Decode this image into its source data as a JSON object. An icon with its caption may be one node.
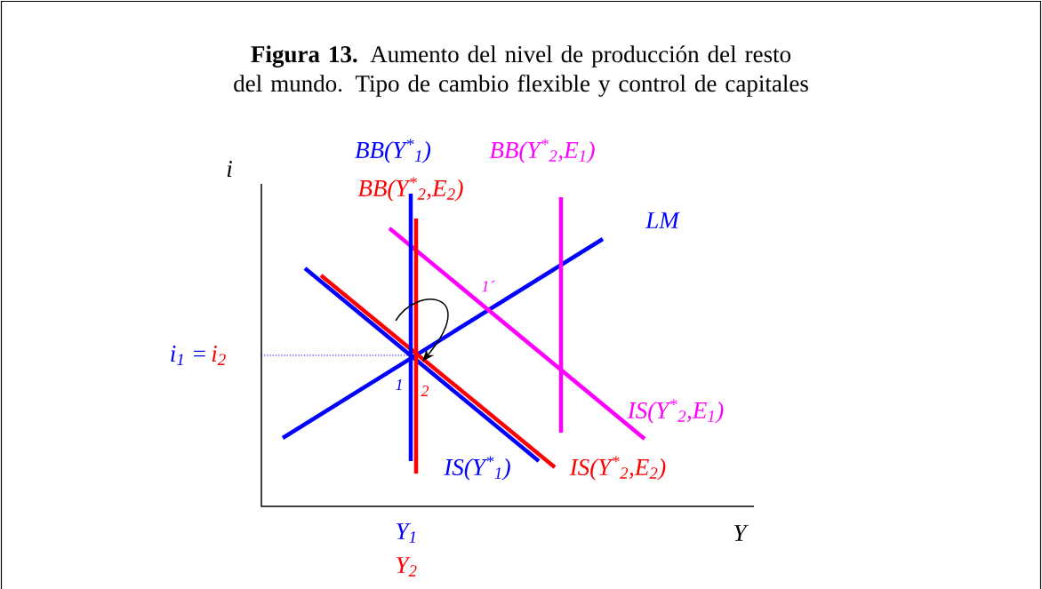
{
  "diagram": {
    "title": "**Figura 13.** Aumento del nivel de producción del resto del mundo. Tipo de cambio flexible y control de capitales",
    "labels": [
      "i",
      "BB(Y$^{*}$$_{1}$)",
      "BB(Y$^{*}$$_{2}$,E$_{1}$)",
      "BB(Y$^{*}$$_{2}$,E$_{2}$)",
      "LM",
      "1´",
      "i$_{1}$ =",
      "i$_{2}$",
      "1",
      "2",
      "IS(Y$^{*}$$_{2}$,E$_{1}$)",
      "IS(Y$^{*}$$_{1}$)",
      "IS(Y$^{*}$$_{2}$,E$_{2}$)",
      "Y$_{1}$",
      "Y",
      "Y$_{2}$"
    ]
  }
}
